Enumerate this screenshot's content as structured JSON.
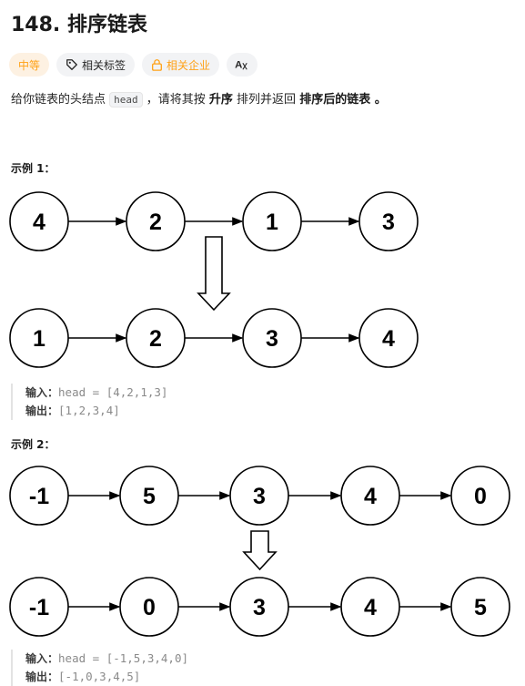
{
  "problem": {
    "title": "148. 排序链表",
    "tags": {
      "difficulty": "中等",
      "related_tags": "相关标签",
      "related_companies": "相关企业",
      "lang_icon_label": "A̶",
      "difficulty_color": "#ffa116"
    },
    "description": {
      "part1": "给你链表的头结点 ",
      "code": "head",
      "part2": " ，请将其按 ",
      "bold1": "升序",
      "part3": " 排列并返回 ",
      "bold2": "排序后的链表",
      "part4": " 。"
    }
  },
  "example1": {
    "title": "示例 1：",
    "before": [
      "4",
      "2",
      "1",
      "3"
    ],
    "after": [
      "1",
      "2",
      "3",
      "4"
    ],
    "input_label": "输入：",
    "input_value": "head = [4,2,1,3]",
    "output_label": "输出：",
    "output_value": "[1,2,3,4]"
  },
  "example2": {
    "title": "示例 2：",
    "before": [
      "-1",
      "5",
      "3",
      "4",
      "0"
    ],
    "after": [
      "-1",
      "0",
      "3",
      "4",
      "5"
    ],
    "input_label": "输入：",
    "input_value": "head = [-1,5,3,4,0]",
    "output_label": "输出：",
    "output_value": "[-1,0,3,4,5]"
  },
  "icons": [
    "tag-icon",
    "lock-icon",
    "translate-icon"
  ]
}
